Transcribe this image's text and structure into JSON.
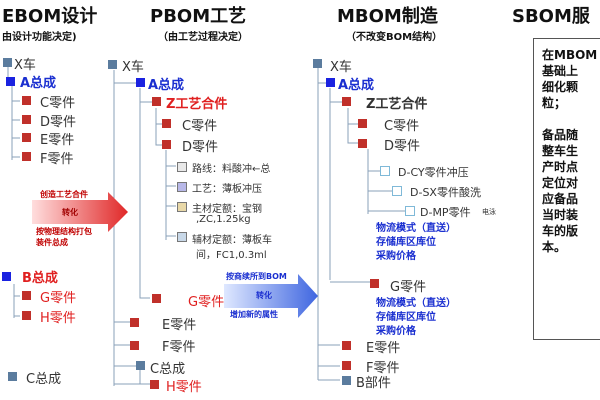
{
  "headers": {
    "ebom": {
      "title": "EBOM设计",
      "subtitle": "由设计功能决定)"
    },
    "pbom": {
      "title": "PBOM工艺",
      "subtitle": "（由工艺过程决定）"
    },
    "mbom": {
      "title": "MBOM制造",
      "subtitle": "（不改变BOM结构）"
    },
    "sbom": {
      "title": "SBOM服"
    }
  },
  "ebom_tree": {
    "root": "X车",
    "a_assembly": "A总成",
    "a_parts": [
      "C零件",
      "D零件",
      "E零件",
      "F零件"
    ],
    "b_assembly": "B总成",
    "b_parts": [
      "G零件",
      "H零件"
    ],
    "c_assembly": "C总成"
  },
  "pbom_tree": {
    "root": "X车",
    "a_assembly": "A总成",
    "z_assembly": "Z工艺合件",
    "z_parts": [
      "C零件",
      "D零件"
    ],
    "d_details": {
      "route": "路线：料酸冲←总",
      "process": "工艺：薄板冲压",
      "main_material_1": "主材定额：宝钢",
      "main_material_2": ",ZC,1.25kg",
      "aux_material_1": "辅材定额：薄板车",
      "aux_material_2": "间，FC1,0.3ml"
    },
    "g_part": "G零件",
    "other_parts": [
      "E零件",
      "F零件"
    ],
    "c_assembly": "C总成",
    "h_part": "H零件"
  },
  "mbom_tree": {
    "root": "X车",
    "a_assembly": "A总成",
    "z_assembly": "Z工艺合件",
    "z_parts": [
      "C零件",
      "D零件"
    ],
    "d_steps": [
      "D-CY零件冲压",
      "D-SX零件酸洗",
      "D-MP零件"
    ],
    "d_steps_suffix": "电泳",
    "logistics_1": [
      "物流模式（直送）",
      "存储库区库位",
      "采购价格"
    ],
    "g_part": "G零件",
    "logistics_2": [
      "物流模式（直送）",
      "存储库区库位",
      "采购价格"
    ],
    "other_parts": [
      "E零件",
      "F零件"
    ],
    "b_part": "B部件"
  },
  "arrows": {
    "ebom_to_pbom": {
      "top": "创造工艺合件",
      "middle": "转化",
      "bottom_1": "按物理结构打包",
      "bottom_2": "装件总成"
    },
    "pbom_to_mbom": {
      "top": "按商续所到BOM",
      "middle": "转化",
      "bottom": "增加新的属性"
    }
  },
  "sbom_text": [
    "在MBOM",
    "基础上",
    "细化颗",
    "粒；",
    "",
    "备品随",
    "整车生",
    "产时点",
    "定位对",
    "应备品",
    "当时装",
    "车的版",
    "本。"
  ],
  "colors": {
    "blue_node": "#1a22e0",
    "red_node": "#c0302a",
    "grey_node": "#5b7c9e",
    "red_arrow": "#e03030",
    "blue_arrow": "#4a70e0"
  }
}
